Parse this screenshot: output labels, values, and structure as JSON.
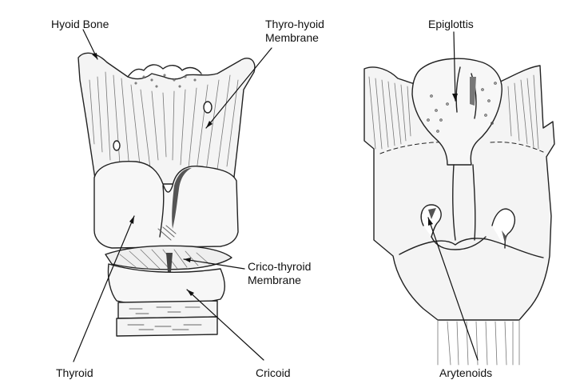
{
  "labels": {
    "hyoid_bone": "Hyoid Bone",
    "thyro_hyoid_line1": "Thyro-hyoid",
    "thyro_hyoid_line2": "Membrane",
    "epiglottis": "Epiglottis",
    "crico_thyroid_line1": "Crico-thyroid",
    "crico_thyroid_line2": "Membrane",
    "thyroid": "Thyroid",
    "cricoid": "Cricoid",
    "arytenoids": "Arytenoids"
  },
  "colors": {
    "ink": "#222222",
    "fill": "#f4f4f4",
    "hatch": "#777777",
    "text": "#111111"
  }
}
